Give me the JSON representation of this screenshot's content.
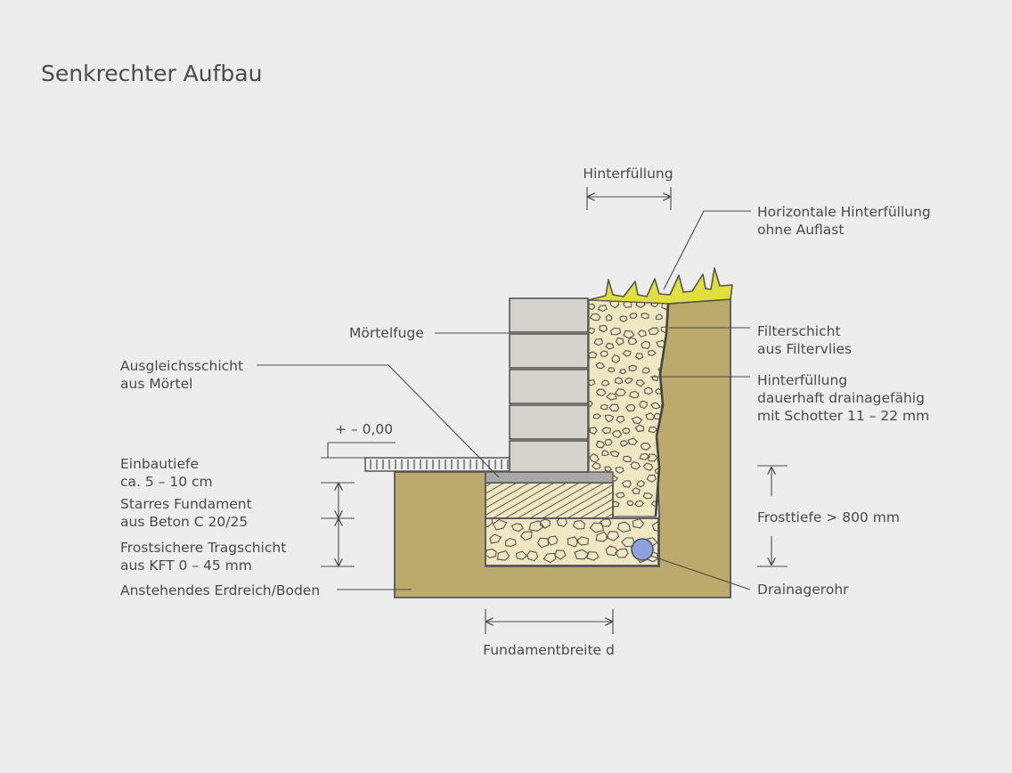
{
  "title": "Senkrechter Aufbau",
  "labels": {
    "hinterfuellung_top": "Hinterfüllung",
    "horizontal_1": "Horizontale Hinterfüllung",
    "horizontal_2": "ohne Auflast",
    "moertelfuge": "Mörtelfuge",
    "filter_1": "Filterschicht",
    "filter_2": "aus Filtervlies",
    "ausgleich_1": "Ausgleichsschicht",
    "ausgleich_2": "aus Mörtel",
    "hinterfuellung_1": "Hinterfüllung",
    "hinterfuellung_2": "dauerhaft drainagefähig",
    "hinterfuellung_3": "mit Schotter 11 – 22 mm",
    "niveau": "+ – 0,00",
    "einbau_1": "Einbautiefe",
    "einbau_2": "ca. 5 – 10 cm",
    "fundament_1": "Starres Fundament",
    "fundament_2": "aus Beton C 20/25",
    "tragschicht_1": "Frostsichere Tragschicht",
    "tragschicht_2": "aus KFT 0 – 45 mm",
    "erdreich": "Anstehendes Erdreich/Boden",
    "frosttiefe": "Frosttiefe > 800 mm",
    "drainagerohr": "Drainagerohr",
    "fundamentbreite": "Fundamentbreite d"
  },
  "colors": {
    "background": "#ededed",
    "soil": "#bca96c",
    "gravel_fill": "#efe6c2",
    "grass": "#dfe03d",
    "blocks": "#d6d3cd",
    "mortar": "#a8a8a8",
    "pipe": "#8fa0df"
  }
}
